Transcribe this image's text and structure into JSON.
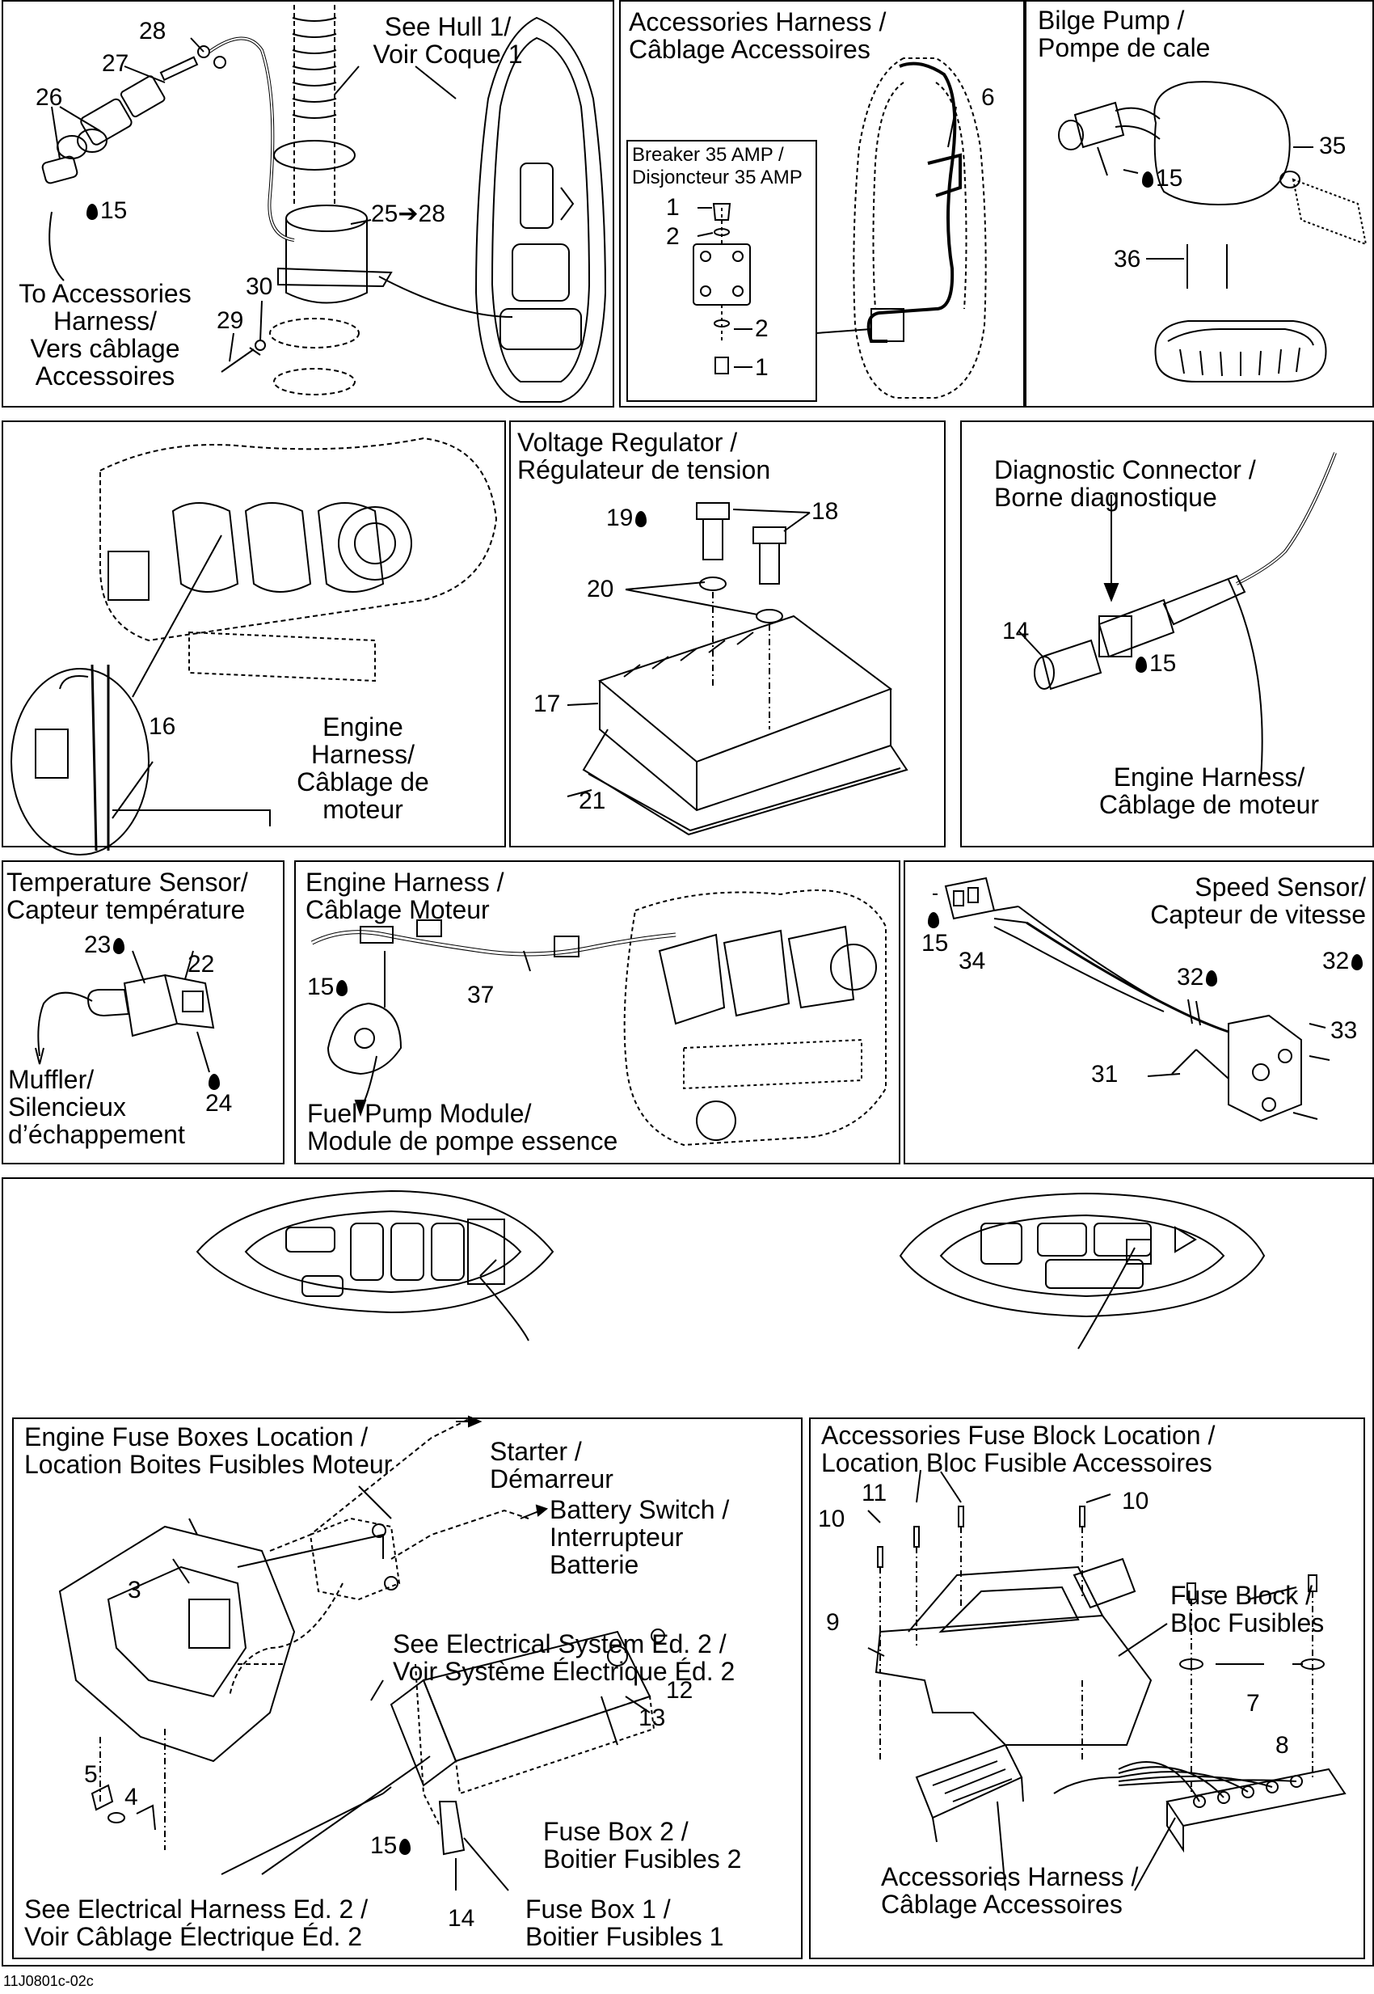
{
  "panels": {
    "hull": {
      "see_hull": "See Hull 1/\nVoir Coque 1",
      "to_harness": "To Accessories\nHarness/\nVers câblage\nAccessoires",
      "callouts": [
        "28",
        "27",
        "26",
        "15",
        "25",
        "28",
        "30",
        "29"
      ]
    },
    "accessories_harness": {
      "title": "Accessories Harness /\nCâblage Accessoires",
      "breaker": "Breaker 35 AMP /\nDisjoncteur 35 AMP",
      "callouts": [
        "6",
        "1",
        "2",
        "2",
        "1"
      ]
    },
    "bilge_pump": {
      "title": "Bilge Pump /\nPompe de cale",
      "callouts": [
        "35",
        "15",
        "36"
      ]
    },
    "engine_harness_top": {
      "label": "Engine\nHarness/\nCâblage de\nmoteur",
      "callouts": [
        "16"
      ]
    },
    "voltage_regulator": {
      "title": "Voltage Regulator /\nRégulateur de tension",
      "callouts": [
        "19",
        "18",
        "20",
        "17",
        "21"
      ]
    },
    "diagnostic": {
      "title": "Diagnostic Connector /\nBorne diagnostique",
      "engine_harness": "Engine Harness/\nCâblage de moteur",
      "callouts": [
        "14",
        "15"
      ]
    },
    "temperature": {
      "title": "Temperature Sensor/\nCapteur température",
      "muffler": "Muffler/\nSilencieux\nd’échappement",
      "callouts": [
        "23",
        "22",
        "24"
      ]
    },
    "engine_harness_mid": {
      "title": "Engine Harness /\nCâblage Moteur",
      "fuel_pump": "Fuel Pump Module/\nModule de pompe essence",
      "callouts": [
        "15",
        "37"
      ]
    },
    "speed_sensor": {
      "title": "Speed Sensor/\nCapteur de vitesse",
      "callouts": [
        "15",
        "34",
        "32",
        "32",
        "33",
        "31"
      ]
    },
    "engine_fuse": {
      "title": "Engine Fuse Boxes Location /\nLocation Boites Fusibles Moteur",
      "starter": "Starter /\nDémarreur",
      "battery_switch": "Battery Switch /\nInterrupteur\nBatterie",
      "see_electrical_system": "See Electrical System Ed. 2 /\nVoir Système Électrique Éd. 2",
      "fuse_box_2": "Fuse Box 2 /\nBoitier Fusibles 2",
      "fuse_box_1": "Fuse Box 1 /\nBoitier Fusibles 1",
      "see_electrical_harness": "See Electrical Harness Ed. 2 /\nVoir Câblage Électrique Éd. 2",
      "callouts": [
        "3",
        "12",
        "13",
        "5",
        "4",
        "15",
        "14"
      ]
    },
    "accessories_fuse": {
      "title": "Accessories Fuse Block Location /\nLocation Bloc Fusible Accessoires",
      "fuse_block": "Fuse Block /\nBloc Fusibles",
      "accessories_harness": "Accessories Harness /\nCâblage Accessoires",
      "callouts": [
        "11",
        "10",
        "10",
        "9",
        "7",
        "8"
      ]
    }
  },
  "figure_code": "11J0801c-02c",
  "colors": {
    "line": "#000000",
    "background": "#ffffff"
  }
}
